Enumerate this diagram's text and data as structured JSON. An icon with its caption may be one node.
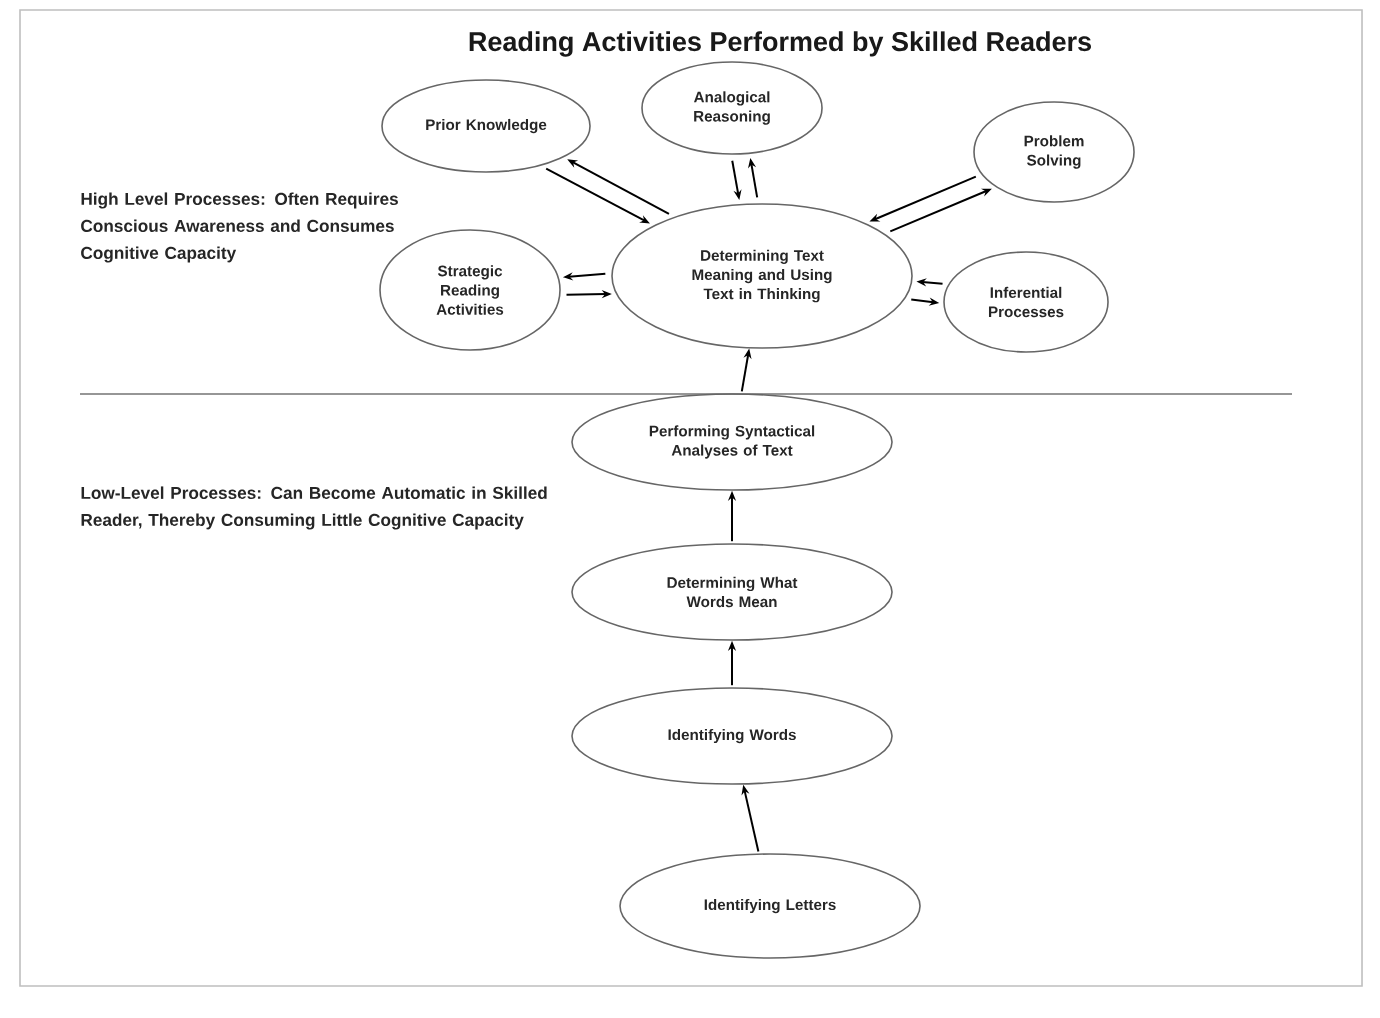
{
  "diagram": {
    "title": "Reading Activities Performed by Skilled Readers",
    "nodes": [
      {
        "text": [
          "Prior Knowledge"
        ]
      },
      {
        "text": [
          "Analogical Reasoning"
        ]
      },
      {
        "text": [
          "Problem Solving"
        ]
      },
      {
        "text": [
          "Strategic Reading Activities"
        ]
      },
      {
        "text": [
          "Determining Text Meaning and Using Text in Thinking"
        ]
      },
      {
        "text": [
          "Inferential Processes"
        ]
      },
      {
        "text": [
          "Performing Syntactical Analyses of Text"
        ]
      },
      {
        "text": [
          "Determining What Words Mean"
        ]
      },
      {
        "text": [
          "Identifying Words"
        ]
      },
      {
        "text": [
          "Identifying Letters"
        ]
      }
    ],
    "edges": [
      {
        "from": 0,
        "to": 4,
        "arrow": "to"
      },
      {
        "from": 4,
        "to": 0,
        "arrow": "to"
      },
      {
        "from": 1,
        "to": 4,
        "arrow": "to"
      },
      {
        "from": 4,
        "to": 1,
        "arrow": "to"
      },
      {
        "from": 2,
        "to": 4,
        "arrow": "to"
      },
      {
        "from": 4,
        "to": 2,
        "arrow": "to"
      },
      {
        "from": 3,
        "to": 4,
        "arrow": "to"
      },
      {
        "from": 4,
        "to": 3,
        "arrow": "to"
      },
      {
        "from": 5,
        "to": 4,
        "arrow": "to"
      },
      {
        "from": 4,
        "to": 5,
        "arrow": "to"
      },
      {
        "from": 6,
        "to": 4,
        "arrow": "to"
      },
      {
        "from": 7,
        "to": 6,
        "arrow": "to"
      },
      {
        "from": 8,
        "to": 7,
        "arrow": "to"
      },
      {
        "from": 9,
        "to": 8,
        "arrow": "to"
      }
    ],
    "labels": [
      "High Level Processes: Often Requires Conscious Awareness and Consumes Cognitive Capacity",
      "Low-Level Processes: Can Become Automatic in Skilled Reader, Thereby Consuming Little Cognitive Capacity"
    ]
  }
}
